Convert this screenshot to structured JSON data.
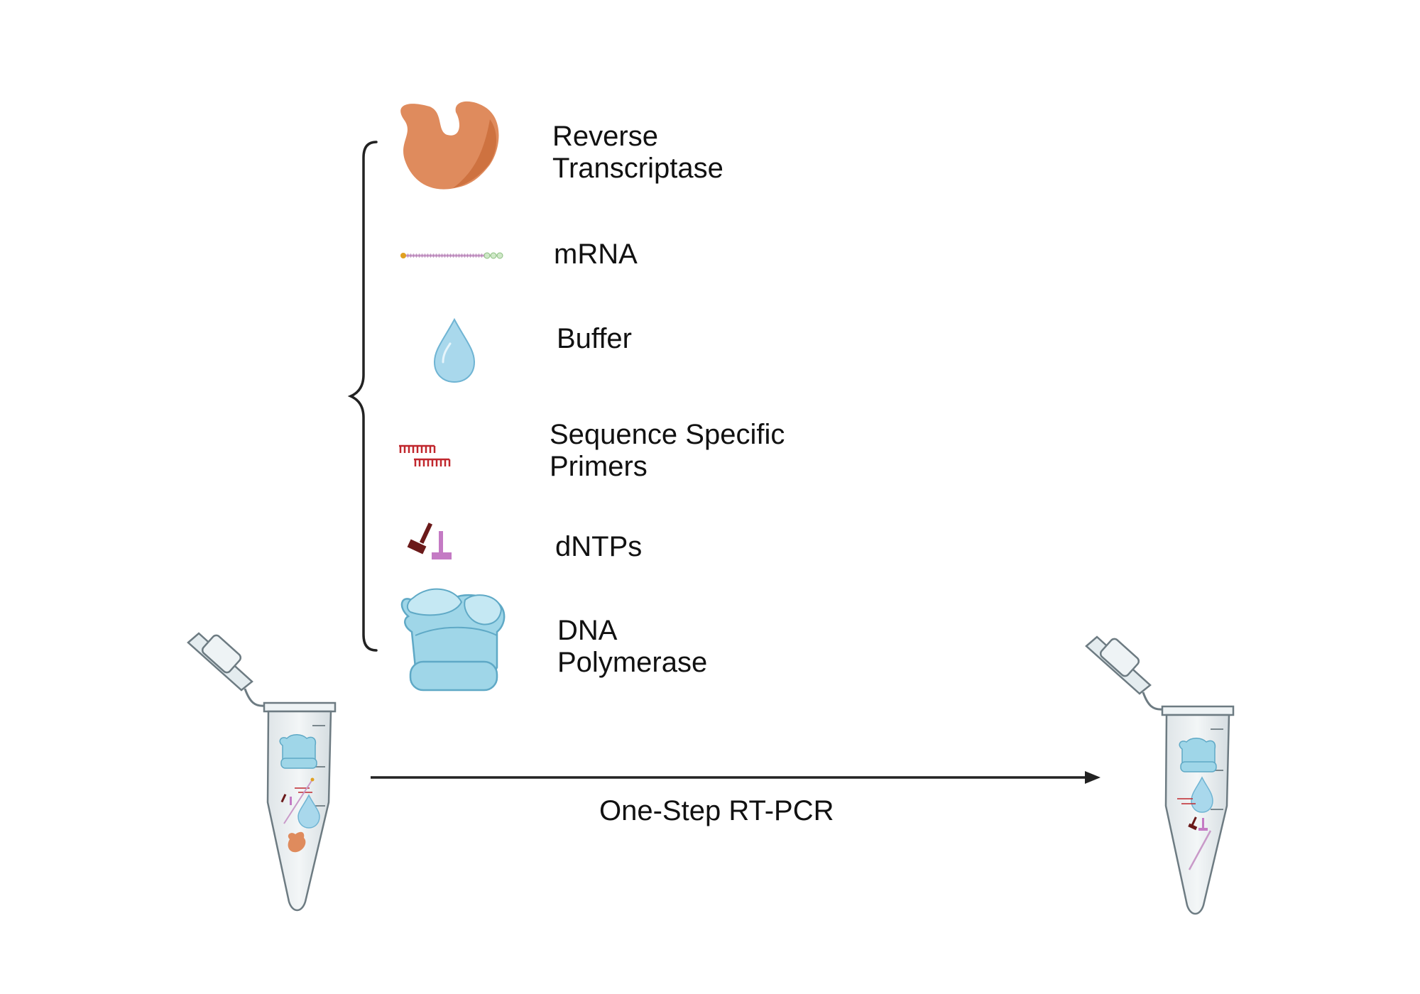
{
  "components": [
    {
      "id": "reverse-transcriptase",
      "lines": [
        "Reverse",
        "Transcriptase"
      ],
      "icon": "enzyme-blob-icon",
      "color": "#df8b5d"
    },
    {
      "id": "mrna",
      "lines": [
        "mRNA"
      ],
      "icon": "mrna-strand-icon",
      "color": "#c99ac9"
    },
    {
      "id": "buffer",
      "lines": [
        "Buffer"
      ],
      "icon": "water-drop-icon",
      "color": "#a9d8ec"
    },
    {
      "id": "primers",
      "lines": [
        "Sequence Specific",
        "Primers"
      ],
      "icon": "primers-icon",
      "color": "#c0272d"
    },
    {
      "id": "dntps",
      "lines": [
        "dNTPs"
      ],
      "icon": "dntp-icon",
      "color": "#6b1a1a"
    },
    {
      "id": "dna-polymerase",
      "lines": [
        "DNA",
        "Polymerase"
      ],
      "icon": "polymerase-icon",
      "color": "#9fd6e8"
    }
  ],
  "process": {
    "label": "One-Step RT-PCR"
  },
  "tubes": {
    "before": "tube-mixture-icon",
    "after": "tube-product-icon"
  }
}
